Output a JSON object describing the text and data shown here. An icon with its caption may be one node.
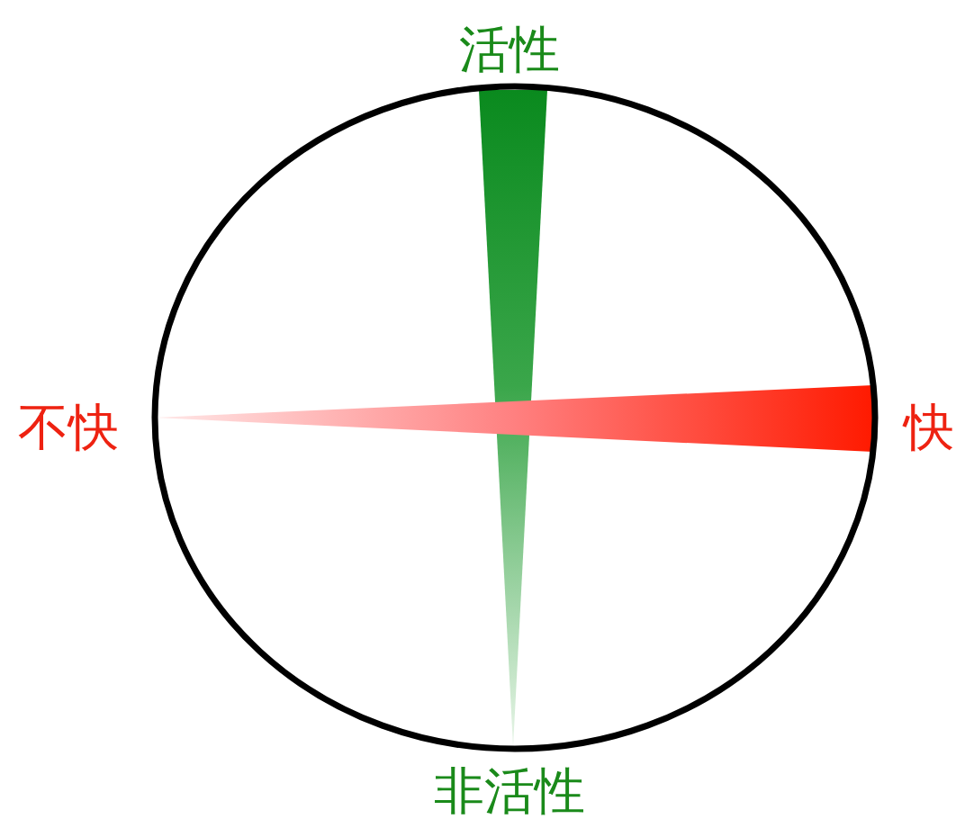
{
  "diagram": {
    "labels": [
      "活性",
      "不快",
      "快",
      "非活性"
    ]
  }
}
